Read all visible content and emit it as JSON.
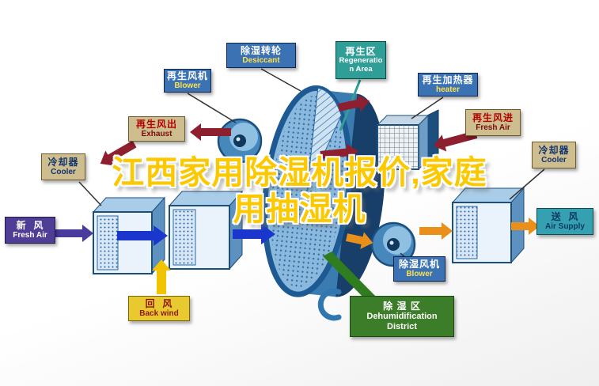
{
  "title": {
    "line1": "江西家用除湿机报价,家庭",
    "line2": "用抽湿机"
  },
  "labels": {
    "regen_blower": {
      "zh": "再生风机",
      "en": "Blower"
    },
    "desiccant_wheel": {
      "zh": "除湿转轮",
      "en": "Desiccant"
    },
    "regen_area": {
      "zh": "再生区",
      "en": "Regeneration Area"
    },
    "regen_heater": {
      "zh": "再生加热器",
      "en": "heater"
    },
    "regen_exhaust": {
      "zh": "再生风出",
      "en": "Exhaust"
    },
    "regen_fresh_air": {
      "zh": "再生风进",
      "en": "Fresh Air"
    },
    "cooler_left": {
      "zh": "冷却器",
      "en": "Cooler"
    },
    "cooler_right": {
      "zh": "冷却器",
      "en": "Cooler"
    },
    "fresh_air": {
      "zh": "新  风",
      "en": "Fresh Air"
    },
    "air_supply": {
      "zh": "送  风",
      "en": "Air Supply"
    },
    "back_wind": {
      "zh": "回  风",
      "en": "Back wind"
    },
    "dehum_blower": {
      "zh": "除湿风机",
      "en": "Blower"
    },
    "dehum_district": {
      "zh": "除 湿 区",
      "en": "Dehumidification District"
    }
  },
  "colors": {
    "title_yellow": "#fcc800",
    "label_blue": "#3a72b4",
    "label_teal": "#2f9e96",
    "label_tan": "#cdbd8f",
    "label_purple": "#4f3d96",
    "label_cyan": "#35a0b0",
    "label_yellow": "#e8c930",
    "label_green": "#3c7d2a",
    "arrow_red": "#8e1f2f",
    "arrow_blue": "#1b36cc",
    "arrow_orange": "#e8901a",
    "arrow_purple": "#4a3b9e",
    "arrow_yellow": "#f2c400"
  }
}
